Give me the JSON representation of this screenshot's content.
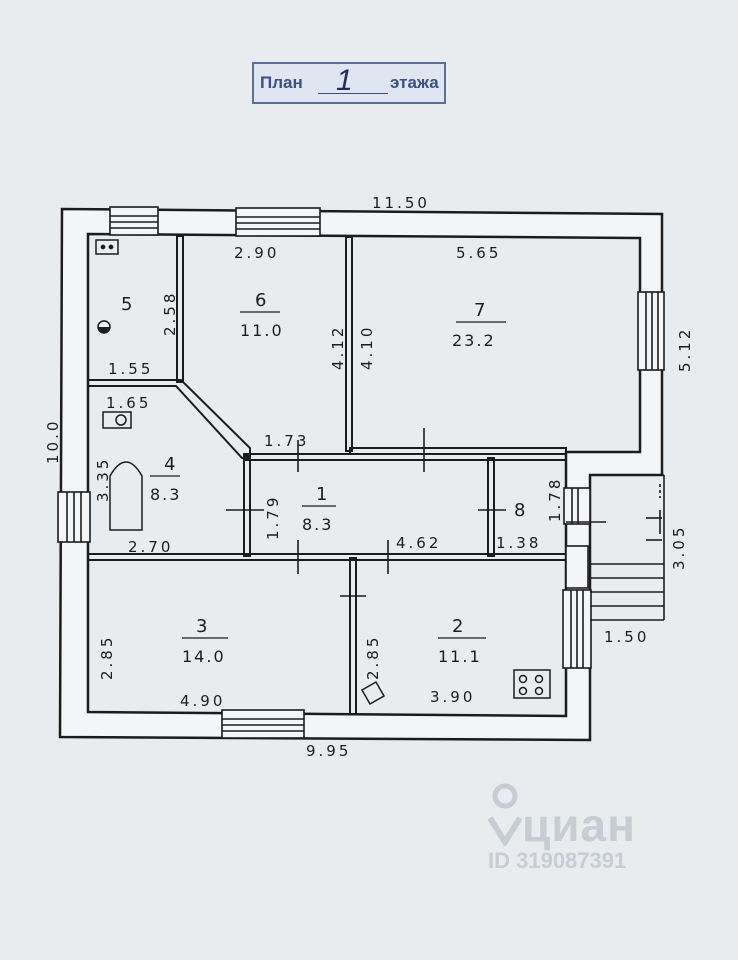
{
  "title": {
    "left": "План",
    "number": "1",
    "right": "этажа"
  },
  "dimensions": {
    "overall_top": "11.50",
    "overall_left": "10.0",
    "overall_right_upper": "5.12",
    "overall_right_lower": "3.05",
    "porch_width": "1.50",
    "overall_bottom": "9.95",
    "r6_width": "2.90",
    "r7_width": "5.65",
    "r5_height": "2.58",
    "r5_width": "1.55",
    "r4_width_top": "1.65",
    "r4_height": "3.35",
    "r4_width_bottom": "2.70",
    "r6_height": "4.12",
    "r7_height": "4.10",
    "r1_width_top": "1.73",
    "r1_height": "1.79",
    "r1_width_bottom": "4.62",
    "r8_height": "1.78",
    "r8_width": "1.38",
    "r3_height": "2.85",
    "r3_width": "4.90",
    "r2_height": "2.85",
    "r2_width": "3.90"
  },
  "rooms": [
    {
      "number": "1",
      "area": "8.3"
    },
    {
      "number": "2",
      "area": "11.1"
    },
    {
      "number": "3",
      "area": "14.0"
    },
    {
      "number": "4",
      "area": "8.3"
    },
    {
      "number": "5",
      "area": ""
    },
    {
      "number": "6",
      "area": "11.0"
    },
    {
      "number": "7",
      "area": "23.2"
    },
    {
      "number": "8",
      "area": ""
    }
  ],
  "watermark": {
    "brand": "циан",
    "listing_id": "ID 319087391"
  },
  "colors": {
    "paper": "#e9ecef",
    "ink": "#1c1c1c",
    "stamp": "#3a4f82",
    "watermark": "#c8ccd3"
  }
}
